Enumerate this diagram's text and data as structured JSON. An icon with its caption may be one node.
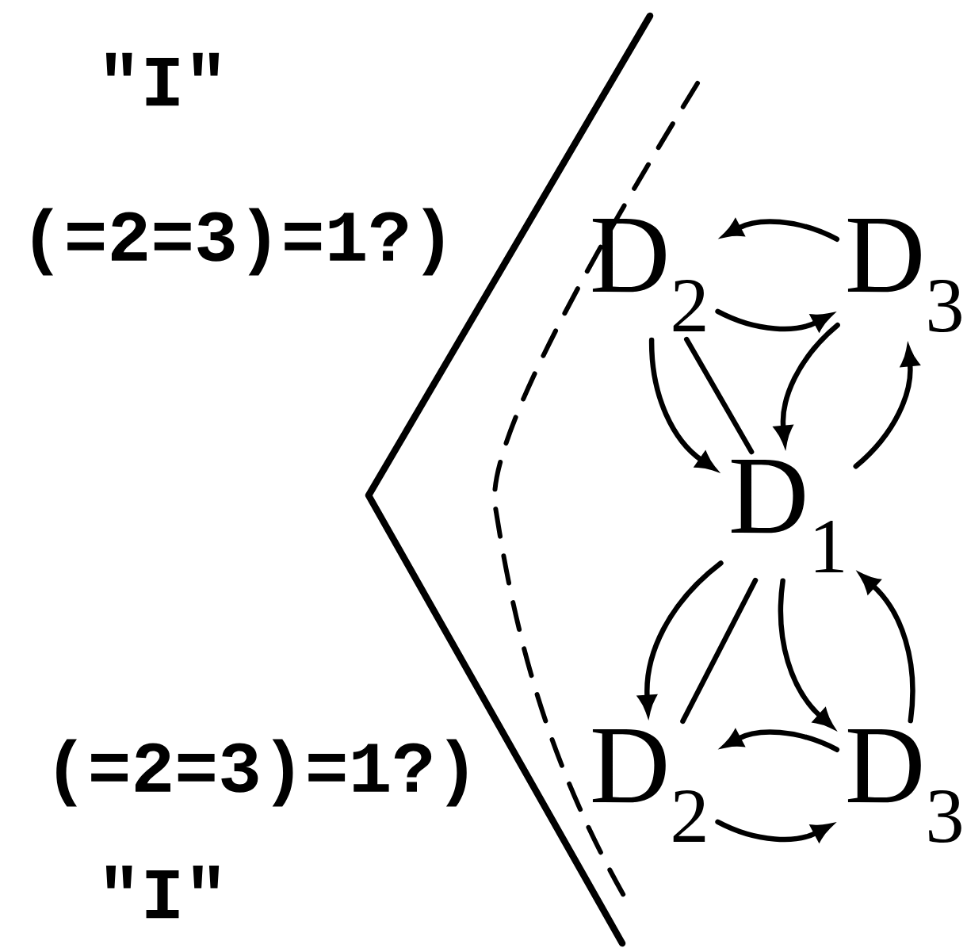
{
  "diagram": {
    "nodes": [
      {
        "text": [
          "D$_{2}$"
        ]
      },
      {
        "text": [
          "D$_{3}$"
        ]
      },
      {
        "text": [
          "D$_{1}$"
        ]
      },
      {
        "text": [
          "D$_{2}$"
        ]
      },
      {
        "text": [
          "D$_{3}$"
        ]
      }
    ],
    "edges": [
      {
        "from": 1,
        "to": 0,
        "arrow": "to"
      },
      {
        "from": 0,
        "to": 1,
        "arrow": "to"
      },
      {
        "from": 0,
        "to": 2,
        "arrow": "to"
      },
      {
        "from": 2,
        "to": 0,
        "arrow": "none"
      },
      {
        "from": 1,
        "to": 2,
        "arrow": "to"
      },
      {
        "from": 2,
        "to": 1,
        "arrow": "to"
      },
      {
        "from": 2,
        "to": 3,
        "arrow": "to"
      },
      {
        "from": 3,
        "to": 2,
        "arrow": "none"
      },
      {
        "from": 2,
        "to": 4,
        "arrow": "to"
      },
      {
        "from": 4,
        "to": 2,
        "arrow": "to"
      },
      {
        "from": 4,
        "to": 3,
        "arrow": "to"
      },
      {
        "from": 3,
        "to": 4,
        "arrow": "to"
      }
    ],
    "labels": [
      "\"I\"",
      "(=2=3)=1?)",
      "(=2=3)=1?)",
      "\"I\""
    ]
  }
}
